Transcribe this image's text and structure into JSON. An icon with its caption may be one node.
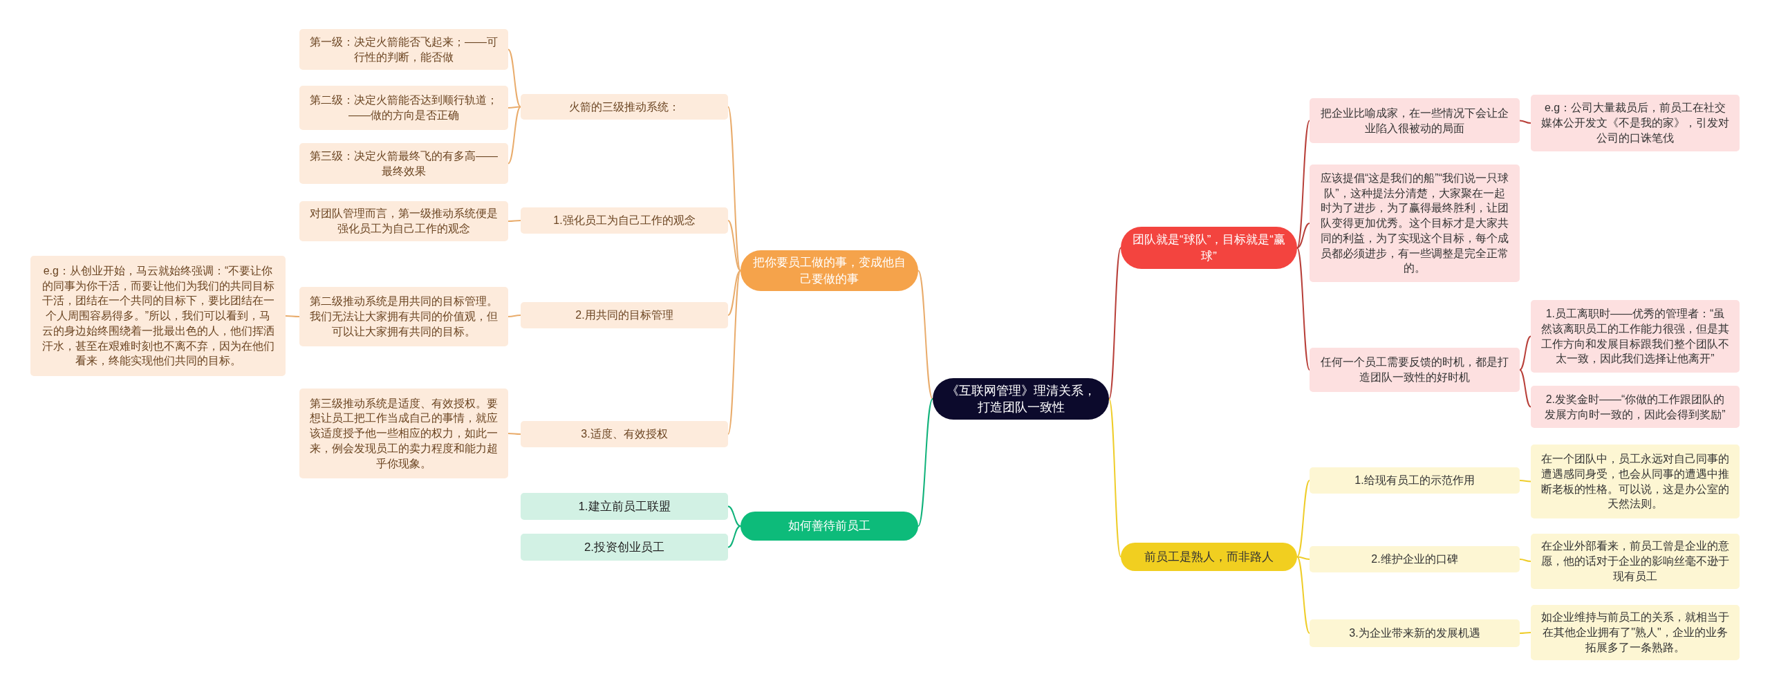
{
  "diagram": {
    "nodes": [
      {
        "text": [
          "《互联网管理》理清关系，打造团队一致性"
        ]
      },
      {
        "text": [
          "把你要员工做的事，变成他自己要做的事"
        ]
      },
      {
        "text": [
          "火箭的三级推动系统："
        ]
      },
      {
        "text": [
          "第一级：决定火箭能否飞起来；——可行性的判断，能否做"
        ]
      },
      {
        "text": [
          "第二级：决定火箭能否达到顺行轨道；——做的方向是否正确"
        ]
      },
      {
        "text": [
          "第三级：决定火箭最终飞的有多高——最终效果"
        ]
      },
      {
        "text": [
          "1.强化员工为自己工作的观念"
        ]
      },
      {
        "text": [
          "对团队管理而言，第一级推动系统便是强化员工为自己工作的观念"
        ]
      },
      {
        "text": [
          "2.用共同的目标管理"
        ]
      },
      {
        "text": [
          "第二级推动系统是用共同的目标管理。我们无法让大家拥有共同的价值观，但可以让大家拥有共同的目标。"
        ]
      },
      {
        "text": [
          "e.g：从创业开始，马云就始终强调：“不要让你的同事为你干活，而要让他们为我们的共同目标干活，团结在一个共同的目标下，要比团结在一个人周围容易得多。”所以，我们可以看到，马云的身边始终围绕着一批最出色的人，他们挥洒汗水，甚至在艰难时刻也不离不弃，因为在他们看来，终能实现他们共同的目标。"
        ]
      },
      {
        "text": [
          "3.适度、有效授权"
        ]
      },
      {
        "text": [
          "第三级推动系统是适度、有效授权。要想让员工把工作当成自己的事情，就应该适度授予他一些相应的权力，如此一来，例会发现员工的卖力程度和能力超乎你现象。"
        ]
      },
      {
        "text": [
          "如何善待前员工"
        ]
      },
      {
        "text": [
          "1.建立前员工联盟"
        ]
      },
      {
        "text": [
          "2.投资创业员工"
        ]
      },
      {
        "text": [
          "团队就是“球队”，目标就是“赢球”"
        ]
      },
      {
        "text": [
          "把企业比喻成家，在一些情况下会让企业陷入很被动的局面"
        ]
      },
      {
        "text": [
          "e.g：公司大量裁员后，前员工在社交媒体公开发文《不是我的家》，引发对公司的口诛笔伐"
        ]
      },
      {
        "text": [
          "应该提倡“这是我们的船”“我们说一只球队”，这种提法分清楚，大家聚在一起时为了进步，为了赢得最终胜利，让团队变得更加优秀。这个目标才是大家共同的利益，为了实现这个目标，每个成员都必须进步，有一些调整是完全正常的。"
        ]
      },
      {
        "text": [
          "任何一个员工需要反馈的时机，都是打造团队一致性的好时机"
        ]
      },
      {
        "text": [
          "1.员工离职时——优秀的管理者：“虽然该离职员工的工作能力很强，但是其工作方向和发展目标跟我们整个团队不太一致，因此我们选择让他离开”"
        ]
      },
      {
        "text": [
          "2.发奖金时——“你做的工作跟团队的发展方向时一致的，因此会得到奖励”"
        ]
      },
      {
        "text": [
          "前员工是熟人，而非路人"
        ]
      },
      {
        "text": [
          "1.给现有员工的示范作用"
        ]
      },
      {
        "text": [
          "在一个团队中，员工永远对自己同事的遭遇感同身受，也会从同事的遭遇中推断老板的性格。可以说，这是办公室的天然法则。"
        ]
      },
      {
        "text": [
          "2.维护企业的口碑"
        ]
      },
      {
        "text": [
          "在企业外部看来，前员工曾是企业的意愿，他的话对于企业的影响丝毫不逊于现有员工"
        ]
      },
      {
        "text": [
          "3.为企业带来新的发展机遇"
        ]
      },
      {
        "text": [
          "如企业维持与前员工的关系，就相当于在其他企业拥有了\"熟人\"，企业的业务拓展多了一条熟路。"
        ]
      }
    ],
    "edges": [
      {
        "from": 0,
        "to": 1,
        "arrow": "none"
      },
      {
        "from": 1,
        "to": 2,
        "arrow": "none"
      },
      {
        "from": 2,
        "to": 3,
        "arrow": "none"
      },
      {
        "from": 2,
        "to": 4,
        "arrow": "none"
      },
      {
        "from": 2,
        "to": 5,
        "arrow": "none"
      },
      {
        "from": 1,
        "to": 6,
        "arrow": "none"
      },
      {
        "from": 6,
        "to": 7,
        "arrow": "none"
      },
      {
        "from": 1,
        "to": 8,
        "arrow": "none"
      },
      {
        "from": 8,
        "to": 9,
        "arrow": "none"
      },
      {
        "from": 9,
        "to": 10,
        "arrow": "none"
      },
      {
        "from": 1,
        "to": 11,
        "arrow": "none"
      },
      {
        "from": 11,
        "to": 12,
        "arrow": "none"
      },
      {
        "from": 0,
        "to": 13,
        "arrow": "none",
        "color": "#10b27a"
      },
      {
        "from": 13,
        "to": 14,
        "arrow": "none",
        "color": "#10b27a"
      },
      {
        "from": 13,
        "to": 15,
        "arrow": "none",
        "color": "#10b27a"
      },
      {
        "from": 0,
        "to": 16,
        "arrow": "none",
        "color": "#b8403a"
      },
      {
        "from": 16,
        "to": 17,
        "arrow": "none",
        "color": "#b8403a"
      },
      {
        "from": 17,
        "to": 18,
        "arrow": "none",
        "color": "#b8403a"
      },
      {
        "from": 16,
        "to": 19,
        "arrow": "none",
        "color": "#b8403a"
      },
      {
        "from": 16,
        "to": 20,
        "arrow": "none",
        "color": "#b8403a"
      },
      {
        "from": 20,
        "to": 21,
        "arrow": "none",
        "color": "#b8403a"
      },
      {
        "from": 20,
        "to": 22,
        "arrow": "none",
        "color": "#b8403a"
      },
      {
        "from": 0,
        "to": 23,
        "arrow": "none",
        "color": "#efcd2a"
      },
      {
        "from": 23,
        "to": 24,
        "arrow": "none",
        "color": "#efcd2a"
      },
      {
        "from": 24,
        "to": 25,
        "arrow": "none",
        "color": "#efcd2a"
      },
      {
        "from": 23,
        "to": 26,
        "arrow": "none",
        "color": "#efcd2a"
      },
      {
        "from": 26,
        "to": 27,
        "arrow": "none",
        "color": "#efcd2a"
      },
      {
        "from": 23,
        "to": 28,
        "arrow": "none",
        "color": "#efcd2a"
      },
      {
        "from": 28,
        "to": 29,
        "arrow": "none",
        "color": "#efcd2a"
      }
    ]
  }
}
